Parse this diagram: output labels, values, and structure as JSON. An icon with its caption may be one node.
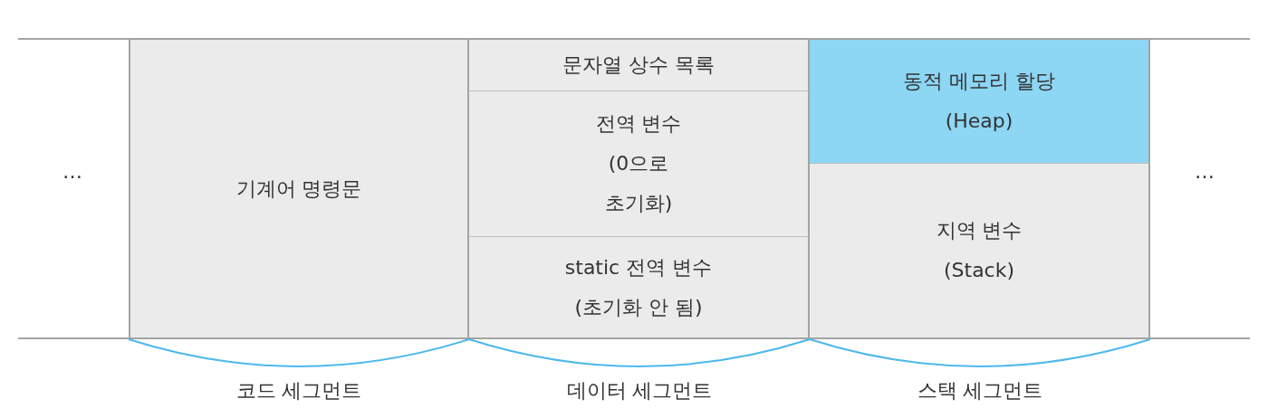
{
  "diagram": {
    "nodes": [
      {
        "text": [
          "기계어 명령문"
        ]
      },
      {
        "text": [
          "문자열 상수 목록"
        ]
      },
      {
        "text": [
          "전역 변수 (0으로 초기화)"
        ]
      },
      {
        "text": [
          "static 전역 변수 (초기화 안 됨)"
        ]
      },
      {
        "text": [
          "동적 메모리 할당 (Heap)"
        ]
      },
      {
        "text": [
          "지역 변수 (Stack)"
        ]
      }
    ],
    "labels": [
      "…",
      "…",
      "코드 세그먼트",
      "데이터 세그먼트",
      "스택 세그먼트"
    ]
  }
}
